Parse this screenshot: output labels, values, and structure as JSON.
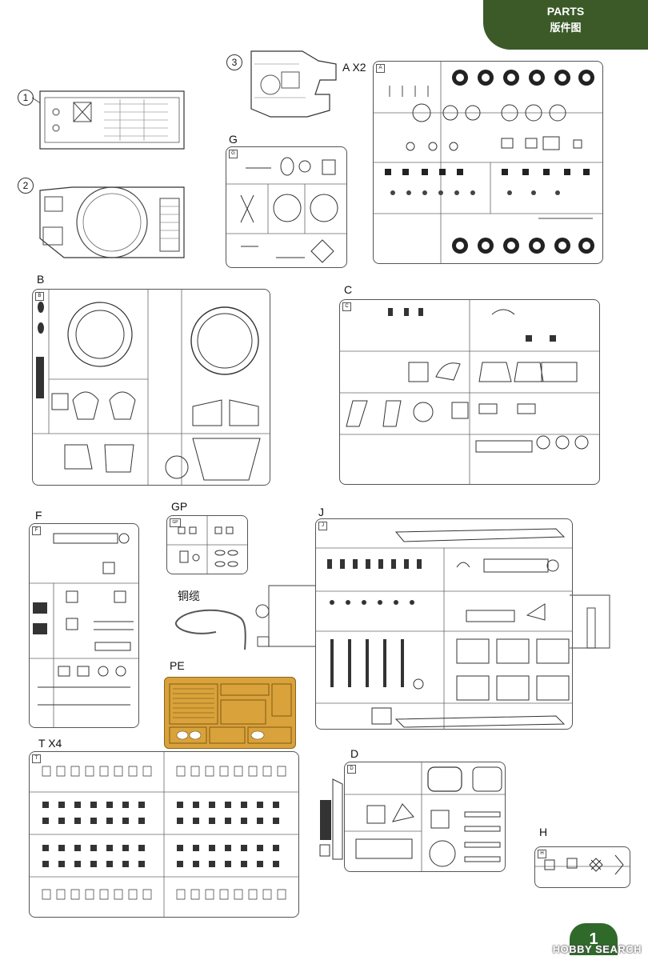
{
  "header": {
    "title_en": "PARTS",
    "title_cn": "版件图"
  },
  "assembled_parts": [
    {
      "number": "1"
    },
    {
      "number": "2"
    },
    {
      "number": "3"
    }
  ],
  "sprues": [
    {
      "id": "A",
      "label": "A X2",
      "tag": "A"
    },
    {
      "id": "G",
      "label": "G",
      "tag": "G"
    },
    {
      "id": "B",
      "label": "B",
      "tag": "B"
    },
    {
      "id": "C",
      "label": "C",
      "tag": "C"
    },
    {
      "id": "F",
      "label": "F",
      "tag": "F"
    },
    {
      "id": "GP",
      "label": "GP",
      "tag": "GP"
    },
    {
      "id": "J",
      "label": "J",
      "tag": "J"
    },
    {
      "id": "PE",
      "label": "PE"
    },
    {
      "id": "T",
      "label": "T X4",
      "tag": "T"
    },
    {
      "id": "D",
      "label": "D",
      "tag": "D"
    },
    {
      "id": "H",
      "label": "H",
      "tag": "H"
    }
  ],
  "copper_cable_label": "铜缆",
  "page_number": "1",
  "watermark": "HOBBY SEARCH"
}
